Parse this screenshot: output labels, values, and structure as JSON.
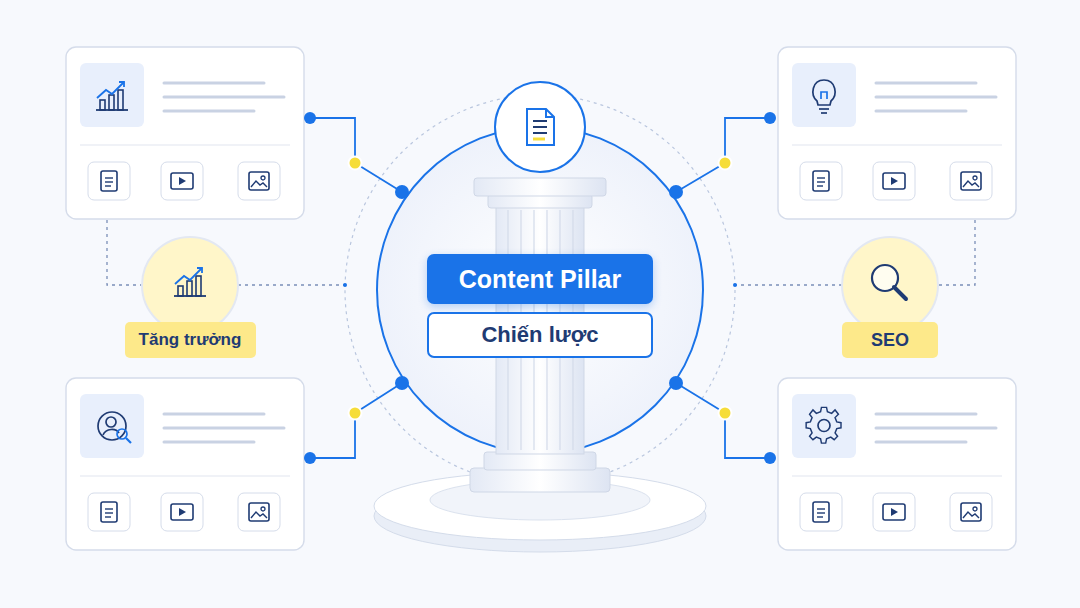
{
  "diagram": {
    "nodes": [
      {
        "text": [
          "Content Pillar"
        ]
      },
      {
        "text": [
          "Chiến lược"
        ]
      },
      {
        "text": [
          "Tăng trưởng"
        ]
      },
      {
        "text": [
          "SEO"
        ]
      }
    ]
  }
}
